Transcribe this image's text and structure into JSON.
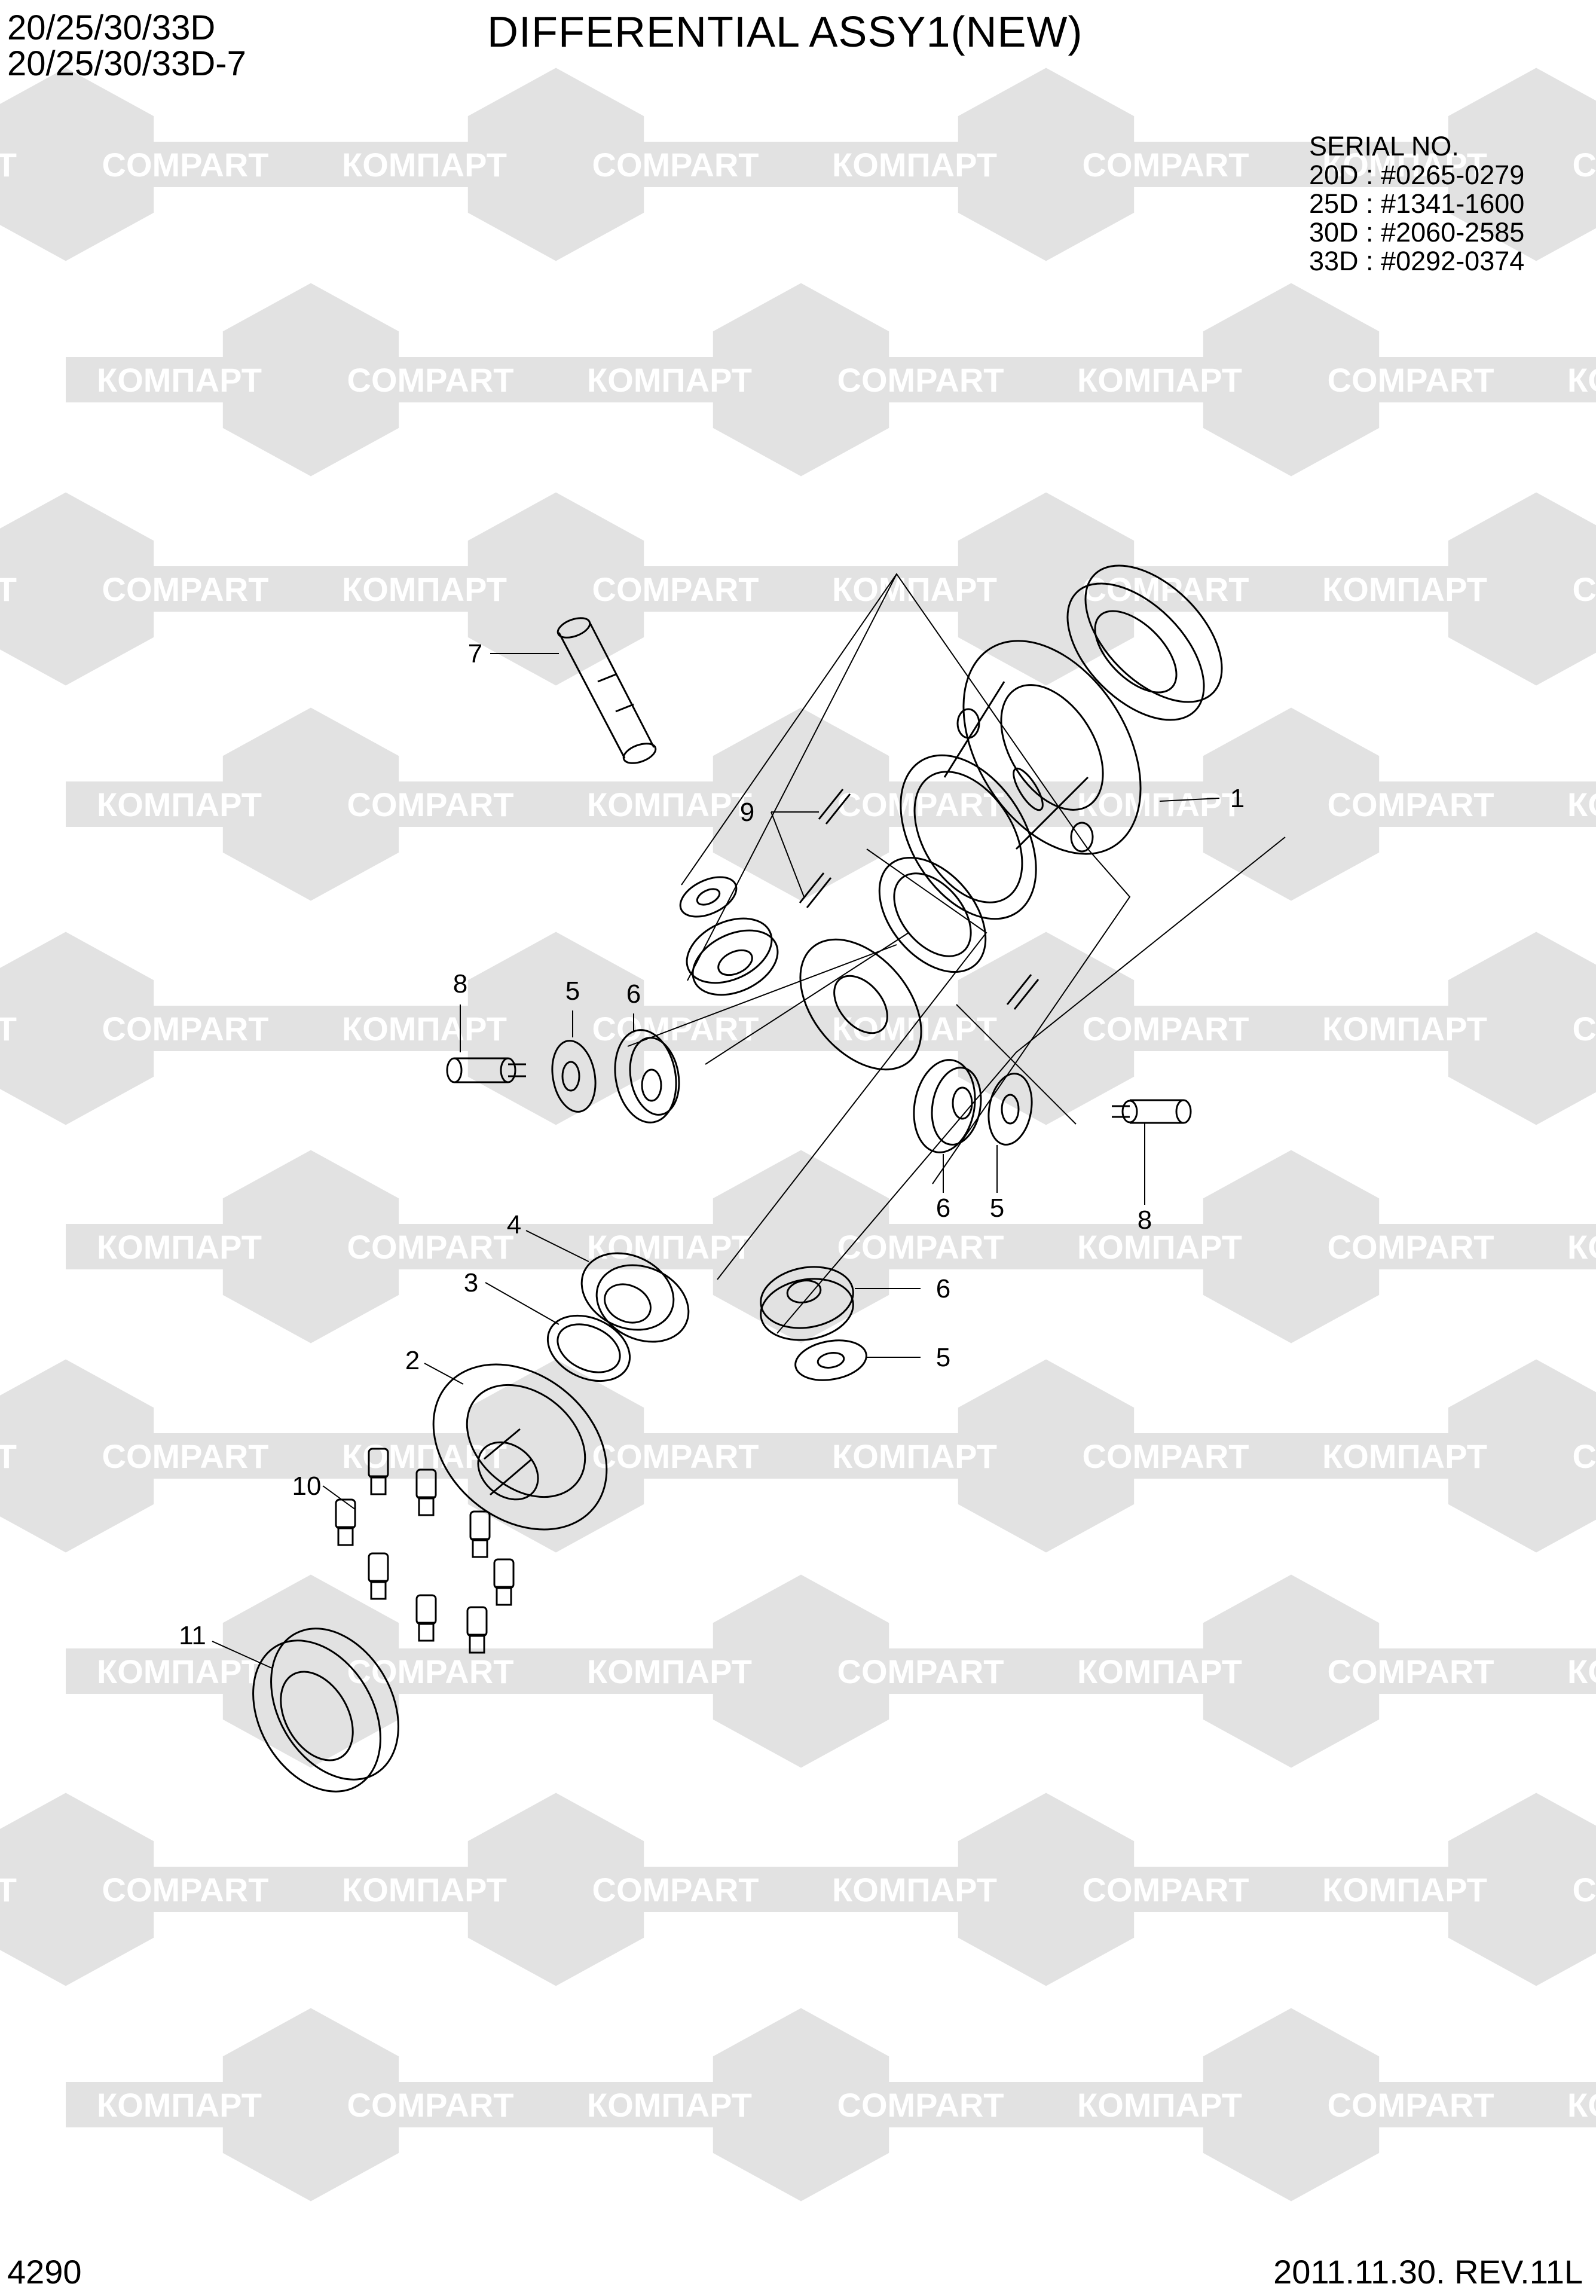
{
  "header": {
    "models_line1": "20/25/30/33D",
    "models_line2": "20/25/30/33D-7",
    "title": "DIFFERENTIAL ASSY1(NEW)"
  },
  "serial": {
    "heading": "SERIAL NO.",
    "lines": [
      "20D : #0265-0279",
      "25D : #1341-1600",
      "30D : #2060-2585",
      "33D : #0292-0374"
    ]
  },
  "watermark": {
    "text_latin": "COMPART",
    "text_cyrillic": "КОМПАРТ",
    "color": "#e2e2e2"
  },
  "callouts": {
    "c1": "1",
    "c2": "2",
    "c3": "3",
    "c4": "4",
    "c5a": "5",
    "c5b": "5",
    "c5c": "5",
    "c6a": "6",
    "c6b": "6",
    "c6c": "6",
    "c7": "7",
    "c8a": "8",
    "c8b": "8",
    "c9": "9",
    "c10": "10",
    "c11": "11"
  },
  "footer": {
    "page_number": "4290",
    "revision": "2011.11.30.  REV.11L"
  },
  "colors": {
    "line": "#000000",
    "background": "#ffffff"
  }
}
